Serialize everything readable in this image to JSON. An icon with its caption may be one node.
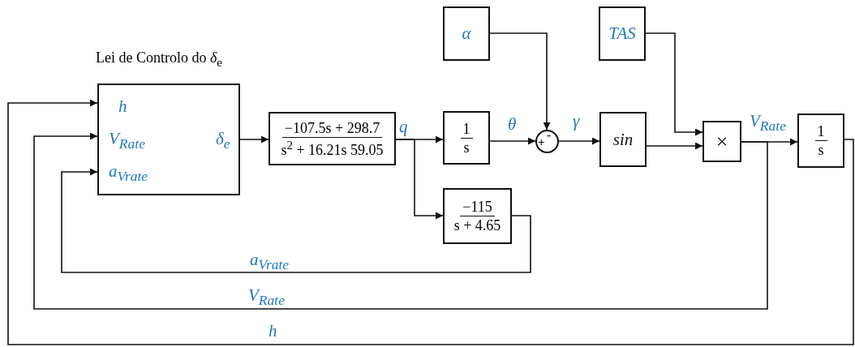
{
  "diagram": {
    "nodes": [
      {
        "text": [
          "Lei de Controlo do *δ*$_{e}$",
          "h",
          "V$_{Rate}$",
          "a$_{Vrate}$",
          "δ$_{e}$"
        ]
      },
      {
        "text": [
          "−107.5s + 298.7",
          "s$^{2}$ + 16.21s 59.05"
        ]
      },
      {
        "text": [
          "1",
          "s"
        ]
      },
      {
        "text": [
          "α"
        ]
      },
      {
        "text": [
          "+",
          "-"
        ]
      },
      {
        "text": [
          "TAS"
        ]
      },
      {
        "text": [
          "sin"
        ]
      },
      {
        "text": [
          "×"
        ]
      },
      {
        "text": [
          "1",
          "s"
        ]
      },
      {
        "text": [
          "−115",
          "s + 4.65"
        ]
      }
    ],
    "edges": [
      {
        "from": 0,
        "to": 1,
        "arrow": "to"
      },
      {
        "from": 1,
        "to": 2,
        "arrow": "to",
        "label": "q"
      },
      {
        "from": 1,
        "to": 9,
        "arrow": "to"
      },
      {
        "from": 2,
        "to": 4,
        "arrow": "to",
        "label": "θ"
      },
      {
        "from": 3,
        "to": 4,
        "arrow": "to"
      },
      {
        "from": 4,
        "to": 6,
        "arrow": "to",
        "label": "γ"
      },
      {
        "from": 5,
        "to": 7,
        "arrow": "to"
      },
      {
        "from": 6,
        "to": 7,
        "arrow": "to"
      },
      {
        "from": 7,
        "to": 8,
        "arrow": "to",
        "label": "V$_{Rate}$"
      },
      {
        "from": 9,
        "to": 0,
        "arrow": "to",
        "label": "a$_{Vrate}$"
      },
      {
        "from": 7,
        "to": 0,
        "arrow": "to",
        "label": "V$_{Rate}$"
      },
      {
        "from": 8,
        "to": 0,
        "arrow": "to",
        "label": "h"
      }
    ]
  }
}
